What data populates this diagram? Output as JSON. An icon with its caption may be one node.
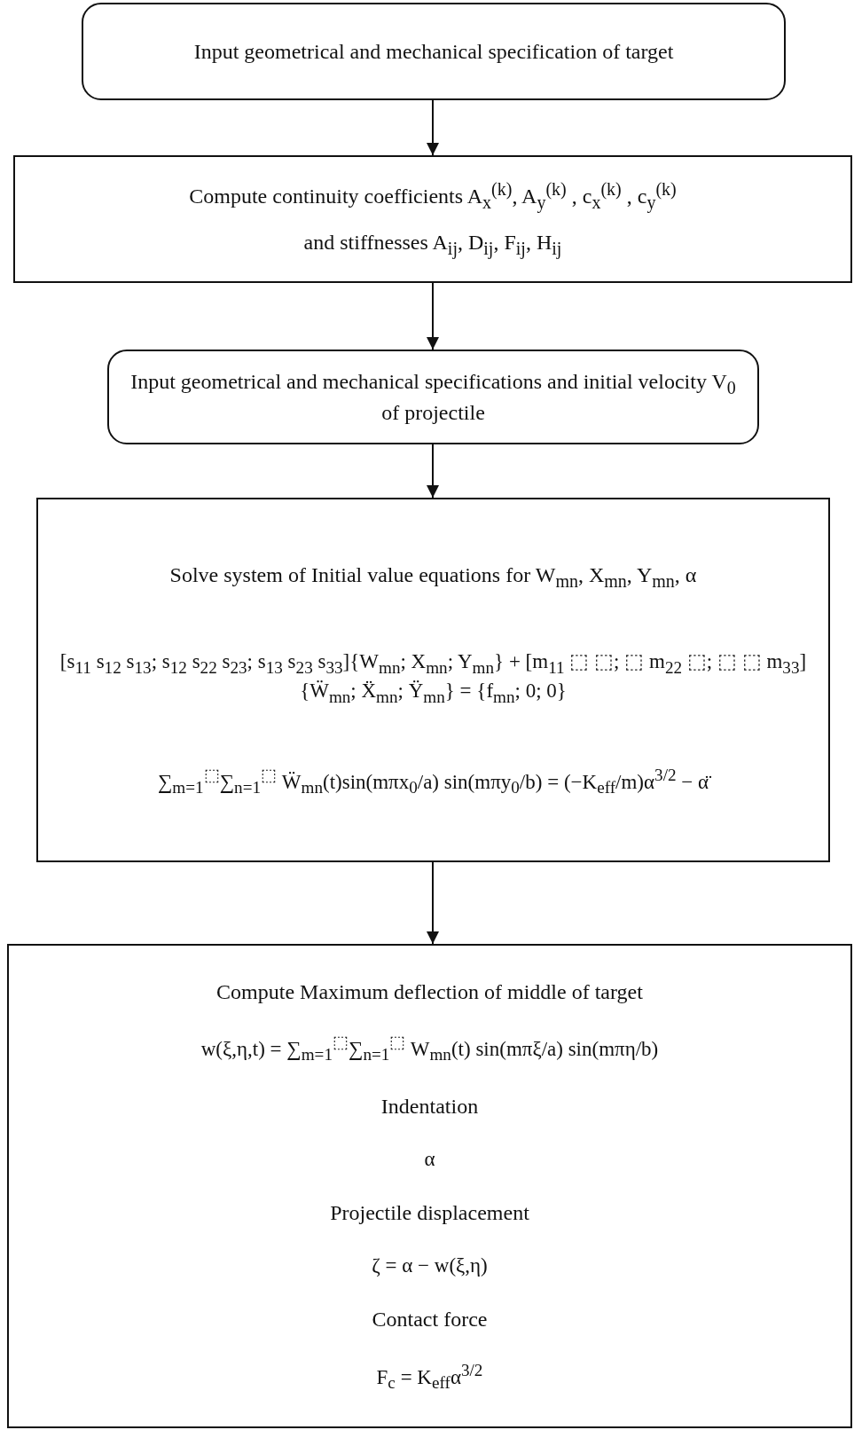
{
  "diagram": {
    "nodes": [
      {
        "text": [
          "Input geometrical and mechanical specification of target"
        ]
      },
      {
        "text": [
          "Compute continuity coefficients A$_{x}$$^{(k)}$,  A$_{y}$$^{(k)}$ , c$_{x}$$^{(k)}$ , c$_{y}$$^{(k)}$",
          "and stiffnesses A$_{ij}$, D$_{ij}$, F$_{ij}$, H$_{ij}$"
        ]
      },
      {
        "text": [
          "Input geometrical and mechanical specifications and initial velocity V$_{0}$ of projectile"
        ]
      },
      {
        "text": [
          "Solve system of Initial value equations for W$_{mn}$, X$_{mn}$, Y$_{mn}$, α",
          "[s$_{11}$ s$_{12}$ s$_{13}$; s$_{12}$ s$_{22}$ s$_{23}$; s$_{13}$ s$_{23}$ s$_{33}$]{W$_{mn}$; X$_{mn}$; Y$_{mn}$} + [m$_{11}$ ⬚ ⬚; ⬚ m$_{22}$ ⬚; ⬚ ⬚ m$_{33}$]{Ẅ$_{mn}$; Ẍ$_{mn}$; Ÿ$_{mn}$} = {f$_{mn}$; 0; 0}",
          "∑$_{m=1}$$^{⬚}$∑$_{n=1}$$^{⬚}$ Ẅ$_{mn}$(t)sin(mπx$_{0}$/a) sin(mπy$_{0}$/b) = (−K$_{eff}$/m)α$^{3/2}$ − α̈"
        ]
      },
      {
        "text": [
          "Compute Maximum deflection of middle of target",
          "w(ξ,η,t) = ∑$_{m=1}$$^{⬚}$∑$_{n=1}$$^{⬚}$ W$_{mn}$(t) sin(mπξ/a) sin(mπη/b)",
          "Indentation",
          "α",
          "Projectile displacement",
          "ζ = α − w(ξ,η)",
          "Contact force",
          "F$_{c}$ = K$_{eff}$α$^{3/2}$"
        ]
      }
    ],
    "edges": [
      {
        "from": 0,
        "to": 1,
        "arrow": "to"
      },
      {
        "from": 1,
        "to": 2,
        "arrow": "to"
      },
      {
        "from": 2,
        "to": 3,
        "arrow": "to"
      },
      {
        "from": 3,
        "to": 4,
        "arrow": "to"
      }
    ]
  }
}
